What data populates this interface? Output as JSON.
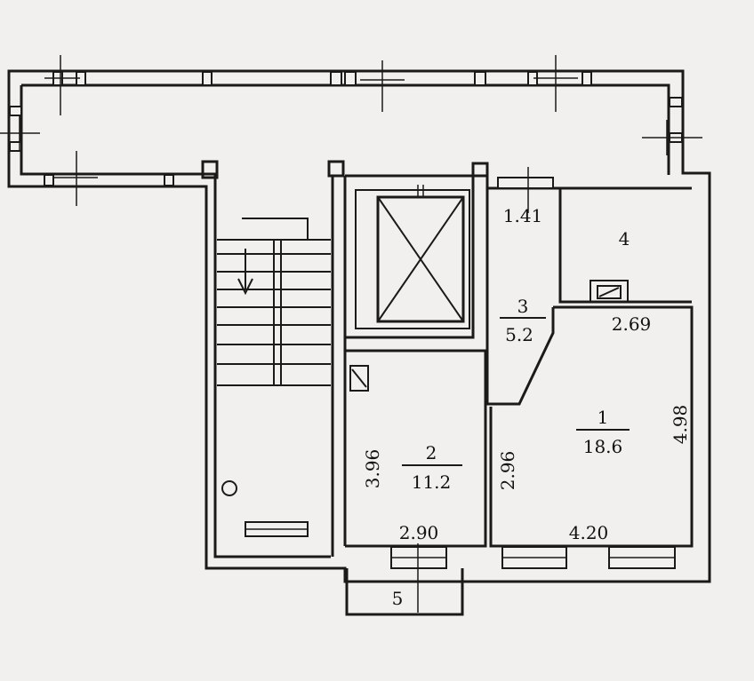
{
  "rooms": [
    {
      "number": "1",
      "area": "18.6"
    },
    {
      "number": "2",
      "area": "11.2"
    },
    {
      "number": "3",
      "area": "5.2"
    },
    {
      "number": "4"
    },
    {
      "number": "5"
    }
  ],
  "dimensions": {
    "width_room2": "2.90",
    "width_room1": "4.20",
    "height_room2": "3.96",
    "height_partition": "2.96",
    "height_room1": "4.98",
    "width_room4": "2.69",
    "width_room3": "1.41"
  }
}
